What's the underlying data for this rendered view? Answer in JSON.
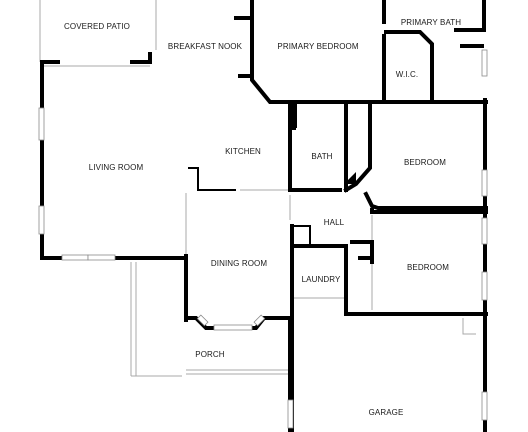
{
  "floorplan": {
    "rooms": [
      {
        "id": "covered-patio",
        "label": "COVERED PATIO"
      },
      {
        "id": "breakfast-nook",
        "label": "BREAKFAST NOOK"
      },
      {
        "id": "primary-bedroom",
        "label": "PRIMARY BEDROOM"
      },
      {
        "id": "primary-bath",
        "label": "PRIMARY BATH"
      },
      {
        "id": "wic",
        "label": "W.I.C."
      },
      {
        "id": "living-room",
        "label": "LIVING ROOM"
      },
      {
        "id": "kitchen",
        "label": "KITCHEN"
      },
      {
        "id": "bath",
        "label": "BATH"
      },
      {
        "id": "bedroom-1",
        "label": "BEDROOM"
      },
      {
        "id": "hall",
        "label": "HALL"
      },
      {
        "id": "dining-room",
        "label": "DINING ROOM"
      },
      {
        "id": "laundry",
        "label": "LAUNDRY"
      },
      {
        "id": "bedroom-2",
        "label": "BEDROOM"
      },
      {
        "id": "porch",
        "label": "PORCH"
      },
      {
        "id": "garage",
        "label": "GARAGE"
      }
    ]
  },
  "colors": {
    "wall": "#000000",
    "window_outline": "#8a8a8a",
    "light_line": "#a8a8a8",
    "background": "#ffffff"
  }
}
